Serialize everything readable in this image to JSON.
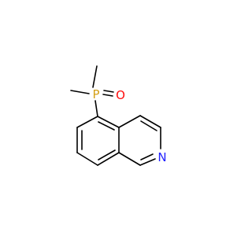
{
  "molecule": {
    "atoms": {
      "phosphorus": {
        "symbol": "P",
        "color": "#d4a017"
      },
      "oxygen": {
        "symbol": "O",
        "color": "#ff0d0d"
      },
      "nitrogen": {
        "symbol": "N",
        "color": "#1f1fff"
      }
    },
    "bond_color": "#000000"
  }
}
